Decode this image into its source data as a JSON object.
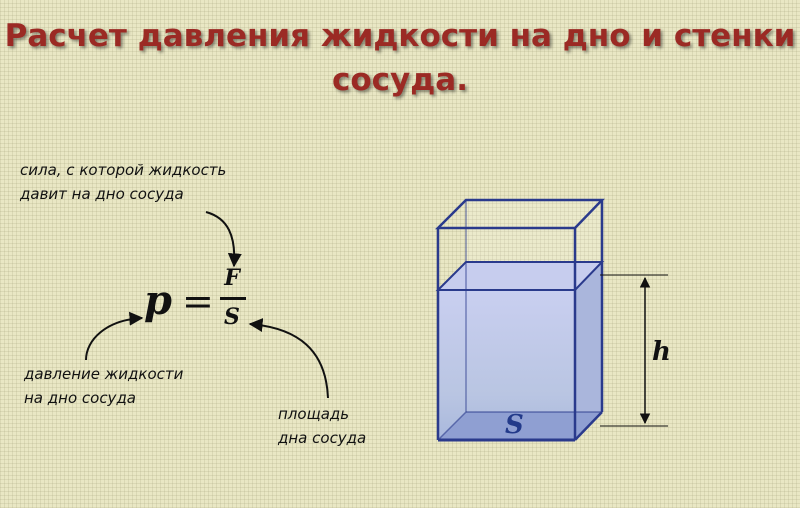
{
  "title": {
    "line1": "Расчет давления жидкости на дно и стенки",
    "line2": "сосуда."
  },
  "annotations": {
    "force": {
      "line1": "сила, с которой жидкость",
      "line2": "давит на дно сосуда"
    },
    "pressure": {
      "line1": "давление жидкости",
      "line2": "на дно сосуда"
    },
    "area": {
      "line1": "площадь",
      "line2": "дна сосуда"
    }
  },
  "formula": {
    "lhs": "p",
    "equals": "=",
    "numerator": "F",
    "denominator": "S"
  },
  "vessel": {
    "height_label": "h",
    "bottom_label": "S"
  },
  "colors": {
    "title": "#9b2a24",
    "vessel_edge": "#2a3a8c",
    "liquid": "#b8c2e6",
    "area_label": "#233a8a"
  }
}
